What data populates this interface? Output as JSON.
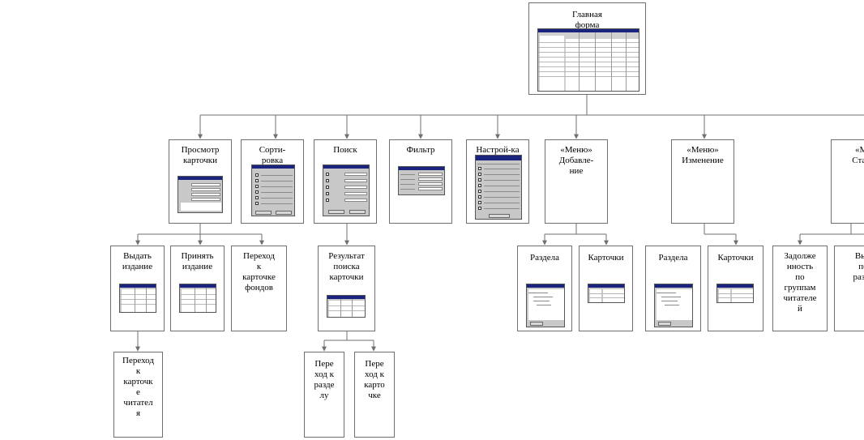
{
  "nodes": {
    "main": {
      "label": "Главная\nформа"
    },
    "view_card": {
      "label": "Просмотр\nкарточки"
    },
    "sorting": {
      "label": "Сорти-\nровка"
    },
    "search": {
      "label": "Поиск"
    },
    "filter": {
      "label": "Фильтр"
    },
    "settings": {
      "label": "Настрой-ка"
    },
    "menu_add": {
      "label": "«Меню»\nДобавле-\nние"
    },
    "menu_edit": {
      "label": "«Меню»\nИзменение"
    },
    "menu_stat": {
      "label": "«Ме\nСтати"
    },
    "issue": {
      "label": "Выдать\nиздание"
    },
    "accept": {
      "label": "Принять\nиздание"
    },
    "goto_funds": {
      "label": "Переход\nк\nкарточке\nфондов"
    },
    "search_result": {
      "label": "Результат\nпоиска\nкарточки"
    },
    "add_section": {
      "label": "Раздела"
    },
    "add_cards": {
      "label": "Карточки"
    },
    "edit_section": {
      "label": "Раздела"
    },
    "edit_cards": {
      "label": "Карточки"
    },
    "debt": {
      "label": "Задолже\nнность\nпо\nгруппам\nчитателе\nй"
    },
    "stat_issue": {
      "label": "Выд\nпо\nразде"
    },
    "goto_reader": {
      "label": "Переход\nк\nкарточк\nе\nчитател\nя"
    },
    "goto_section": {
      "label": "Пере\nход к\nразде\nлу"
    },
    "goto_card": {
      "label": "Пере\nход к\nкарто\nчке"
    }
  }
}
